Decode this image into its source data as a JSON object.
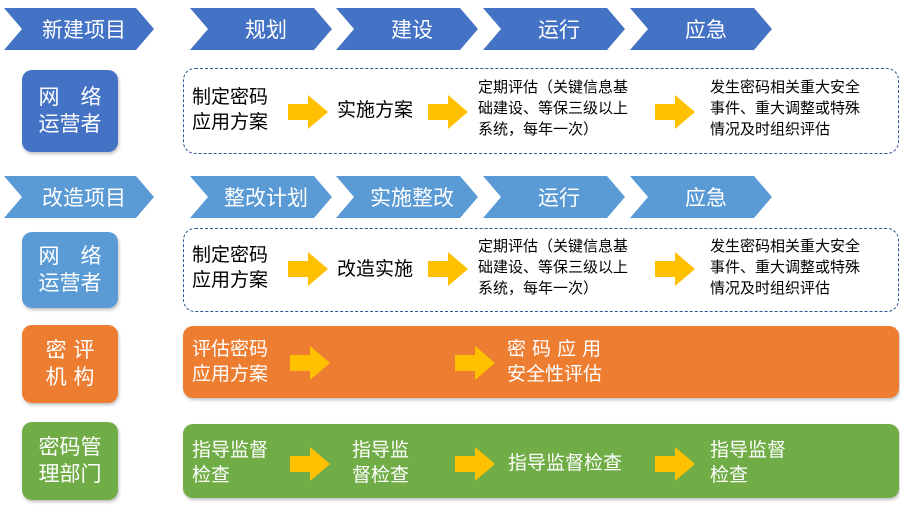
{
  "colors": {
    "dark_blue": "#4472c4",
    "light_blue": "#5b9bd5",
    "orange": "#ed7d31",
    "green": "#70ad47",
    "arrow": "#ffc000"
  },
  "section1": {
    "header": "新建项目",
    "steps": [
      "规划",
      "建设",
      "运行",
      "应急"
    ],
    "actor": "网　络\n运营者",
    "items": [
      "制定密码\n应用方案",
      "实施方案",
      "定期评估（关键信息基\n础建设、等保三级以上\n系统，每年一次）",
      "发生密码相关重大安全\n事件、重大调整或特殊\n情况及时组织评估"
    ]
  },
  "section2": {
    "header": "改造项目",
    "steps": [
      "整改计划",
      "实施整改",
      "运行",
      "应急"
    ],
    "actor": "网　络\n运营者",
    "items": [
      "制定密码\n应用方案",
      "改造实施",
      "定期评估（关键信息基\n础建设、等保三级以上\n系统，每年一次）",
      "发生密码相关重大安全\n事件、重大调整或特殊\n情况及时组织评估"
    ]
  },
  "assessment": {
    "actor": "密 评\n机 构",
    "items": [
      "评估密码\n应用方案",
      "密 码 应 用\n安全性评估"
    ]
  },
  "management": {
    "actor": "密码管\n理部门",
    "items": [
      "指导监督\n检查",
      "指导监\n督检查",
      "指导监督检查",
      "指导监督\n检查"
    ]
  }
}
